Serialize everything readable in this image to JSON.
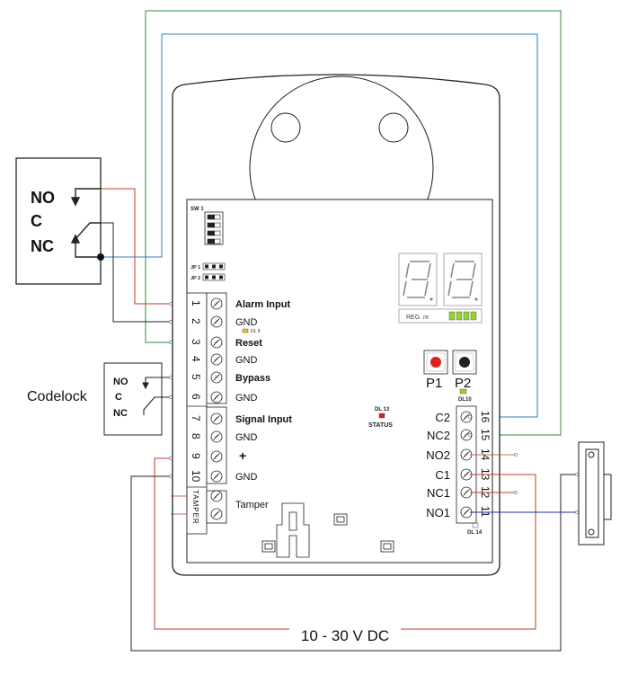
{
  "relay_box": {
    "no": "NO",
    "c": "C",
    "nc": "NC"
  },
  "codelock": {
    "label": "Codelock",
    "no": "NO",
    "c": "C",
    "nc": "NC"
  },
  "board": {
    "sw1": "SW 1",
    "jp1": "JP 1",
    "jp2": "JP 2",
    "reg_label": "REG.  nr",
    "dl9": "DL 9",
    "dl10": "DL10",
    "dl13": "DL 13",
    "status": "STATUS",
    "dl14": "DL 14",
    "p1": "P1",
    "p2": "P2",
    "tamper_vertical": "TAMPER"
  },
  "left_terminals": [
    {
      "num": "1",
      "label": "Alarm Input"
    },
    {
      "num": "2",
      "label": "GND"
    },
    {
      "num": "3",
      "label": "Reset"
    },
    {
      "num": "4",
      "label": "GND"
    },
    {
      "num": "5",
      "label": "Bypass"
    },
    {
      "num": "6",
      "label": "GND"
    },
    {
      "num": "7",
      "label": "Signal Input"
    },
    {
      "num": "8",
      "label": "GND"
    },
    {
      "num": "9",
      "label": "+"
    },
    {
      "num": "10",
      "label": "GND"
    }
  ],
  "tamper_label": "Tamper",
  "right_terminals": [
    {
      "num": "16",
      "label": "C2"
    },
    {
      "num": "15",
      "label": "NC2"
    },
    {
      "num": "14",
      "label": "NO2"
    },
    {
      "num": "13",
      "label": "C1"
    },
    {
      "num": "12",
      "label": "NC1"
    },
    {
      "num": "11",
      "label": "NO1"
    }
  ],
  "power": {
    "label": "10 - 30 V DC"
  },
  "colors": {
    "wire_red": "#c0392b",
    "wire_green": "#2e8b3d",
    "wire_blue": "#2f7fc1",
    "wire_black": "#222222",
    "wire_navy": "#1f2fa0",
    "led_red": "#e02020",
    "led_yellow": "#f2c200",
    "led_green": "#9ad12e"
  }
}
